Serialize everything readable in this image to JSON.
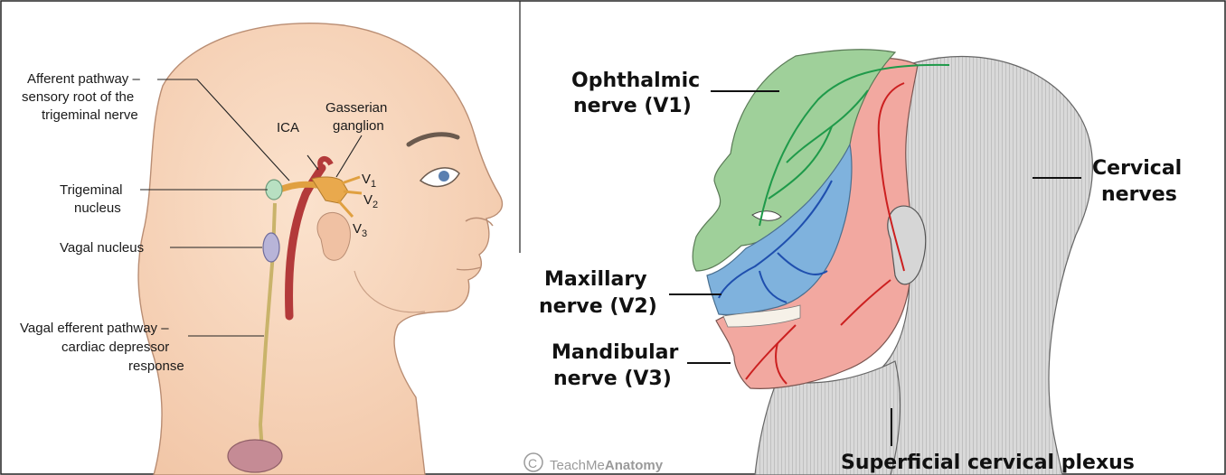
{
  "left_panel": {
    "labels": {
      "afferent_1": "Afferent pathway –",
      "afferent_2": "sensory root of the",
      "afferent_3": "trigeminal nerve",
      "ica": "ICA",
      "gasserian_1": "Gasserian",
      "gasserian_2": "ganglion",
      "v1": "V",
      "v1_sub": "1",
      "v2": "V",
      "v2_sub": "2",
      "v3": "V",
      "v3_sub": "3",
      "trigeminal_1": "Trigeminal",
      "trigeminal_2": "nucleus",
      "vagal_nucleus": "Vagal nucleus",
      "vagal_eff_1": "Vagal efferent pathway –",
      "vagal_eff_2": "cardiac depressor",
      "vagal_eff_3": "response"
    }
  },
  "right_panel": {
    "labels": {
      "ophthalmic_1": "Ophthalmic",
      "ophthalmic_2": "nerve (V1)",
      "maxillary_1": "Maxillary",
      "maxillary_2": "nerve (V2)",
      "mandibular_1": "Mandibular",
      "mandibular_2": "nerve (V3)",
      "cervical_1": "Cervical",
      "cervical_2": "nerves",
      "superficial": "Superficial cervical plexus"
    },
    "watermark": {
      "symbol": "C",
      "prefix": "TeachMe",
      "brand": "Anatomy"
    },
    "colors": {
      "ophthalmic": "#9fd09a",
      "maxillary": "#7fb2dd",
      "mandibular": "#f2a8a0",
      "cervical": "#c8c8c8"
    }
  }
}
